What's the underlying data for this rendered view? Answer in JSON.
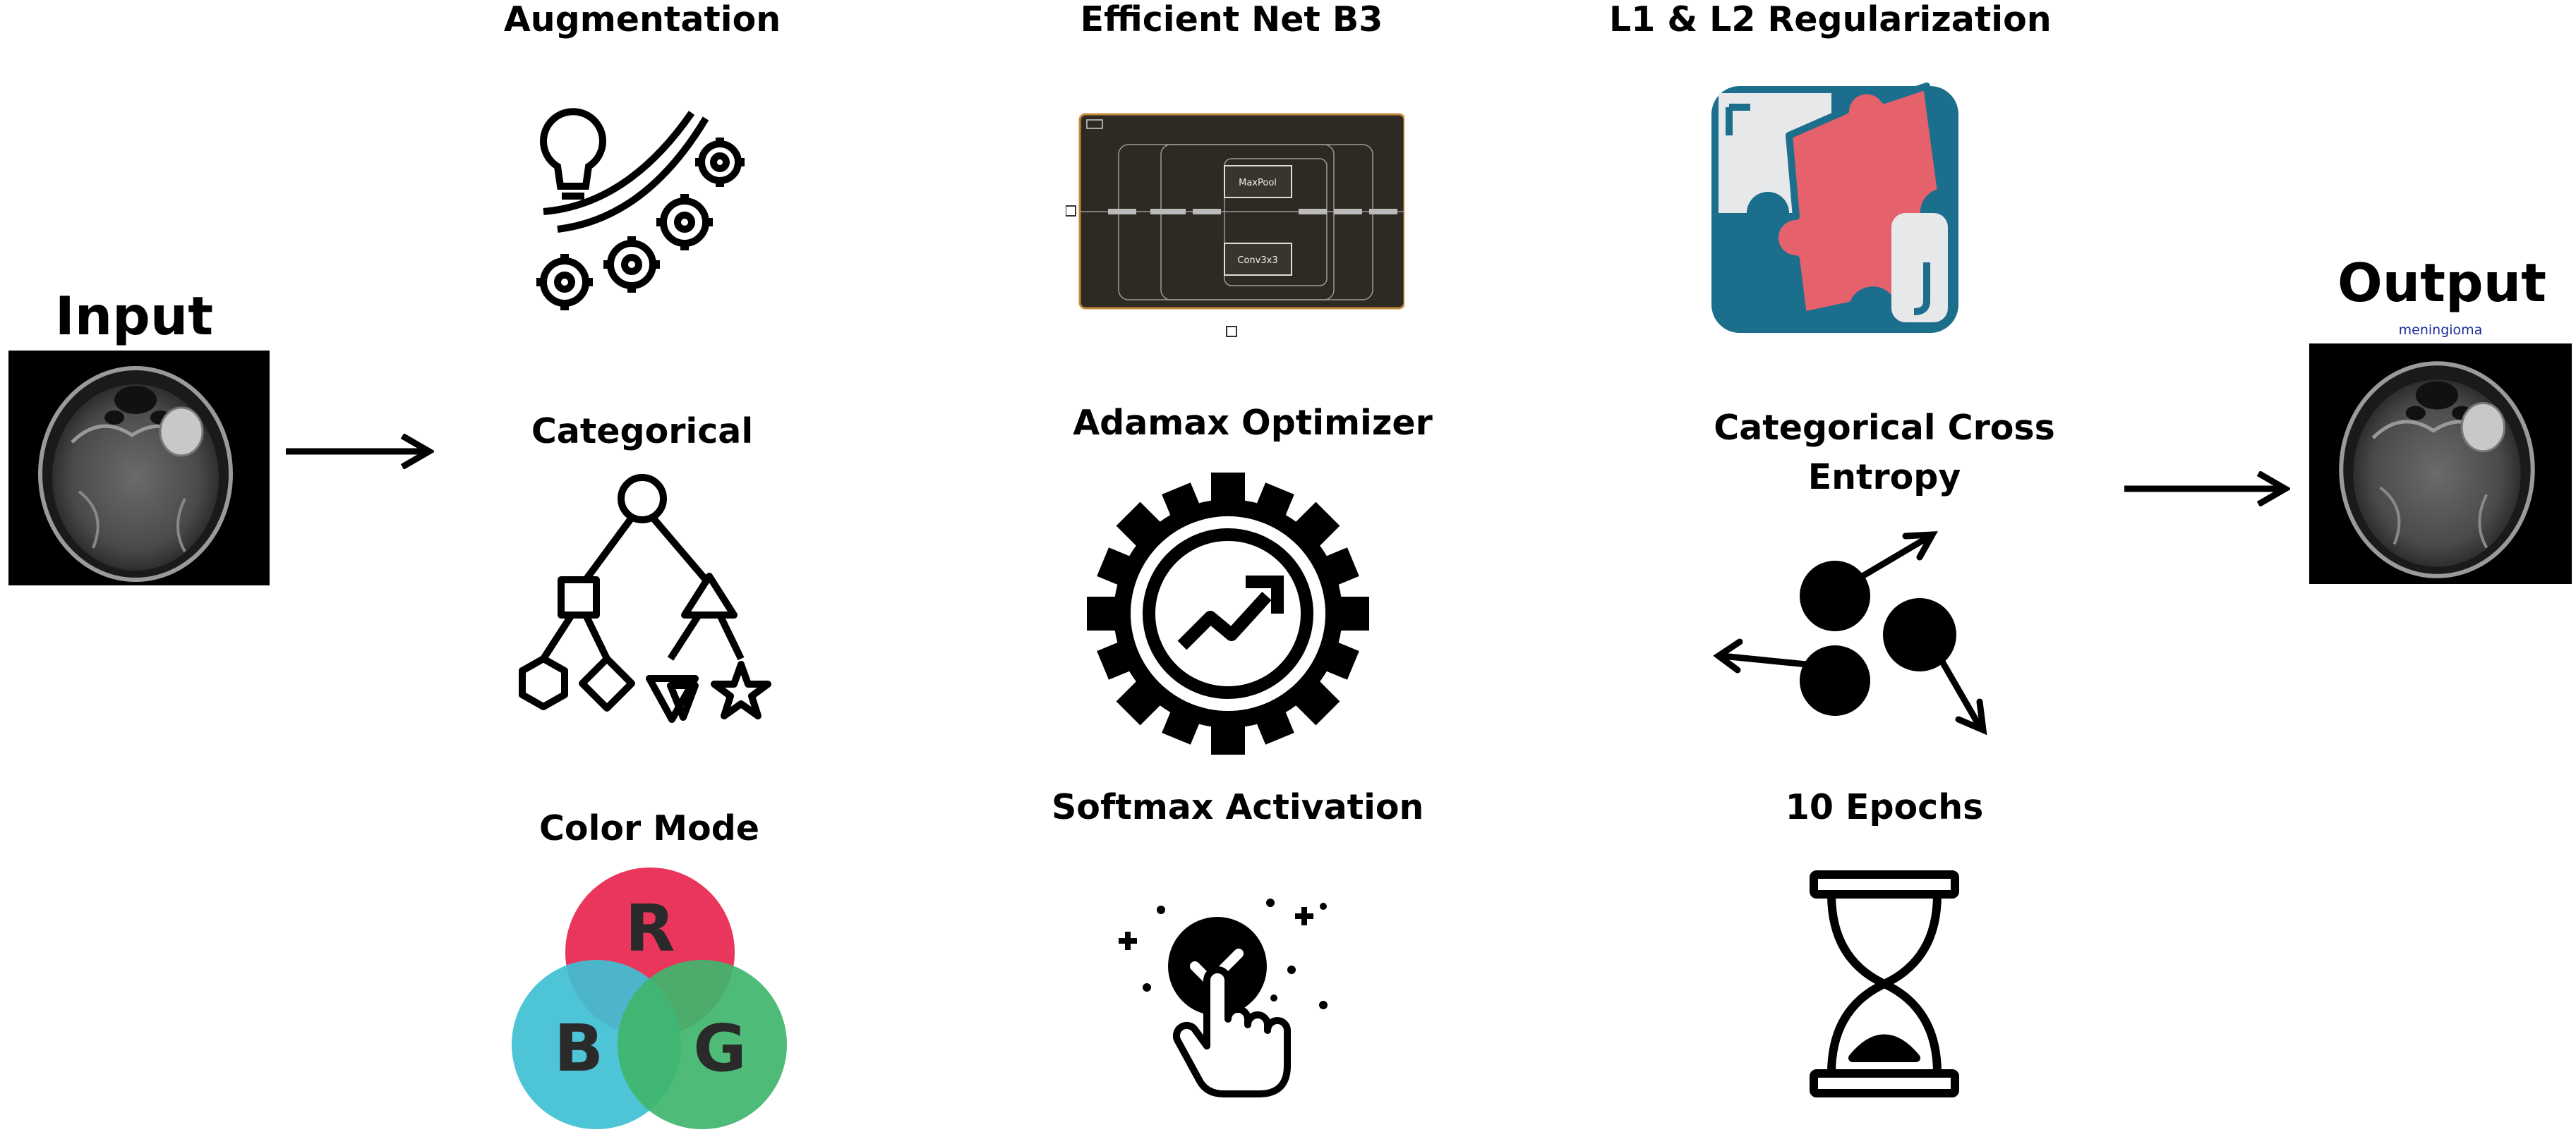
{
  "input": {
    "title": "Input"
  },
  "output": {
    "title": "Output",
    "prediction_label": "meningioma"
  },
  "columns": [
    {
      "items": [
        {
          "title": "Augmentation",
          "icon": "lightbulb-gears-icon"
        },
        {
          "title": "Categorical",
          "icon": "category-tree-icon"
        },
        {
          "title": "Color Mode",
          "icon": "rgb-venn-icon",
          "letters": [
            "R",
            "B",
            "G"
          ]
        }
      ]
    },
    {
      "items": [
        {
          "title": "Efficient Net B3",
          "icon": "network-architecture-thumbnail"
        },
        {
          "title": "Adamax Optimizer",
          "icon": "gear-trend-icon"
        },
        {
          "title": "Softmax Activation",
          "icon": "touch-check-icon"
        }
      ]
    },
    {
      "items": [
        {
          "title": "L1 & L2 Regularization",
          "icon": "puzzle-icon"
        },
        {
          "title": "Categorical Cross Entropy",
          "icon": "molecule-icon"
        },
        {
          "title": "10 Epochs",
          "icon": "hourglass-icon"
        }
      ]
    }
  ],
  "network_thumbnail": {
    "labels": [
      "MaxPool",
      "Conv3x3"
    ]
  },
  "colors": {
    "puzzle_blue": "#1B6E8C",
    "puzzle_red": "#E5616B",
    "puzzle_gray": "#E6E8EA",
    "rgb_red": "#E8254F",
    "rgb_yellow": "#F6D21C",
    "rgb_blue": "#3FC0D3",
    "rgb_green": "#3FB56C",
    "thumb_bg": "#2E2A23",
    "thumb_border": "#C78A3A"
  }
}
